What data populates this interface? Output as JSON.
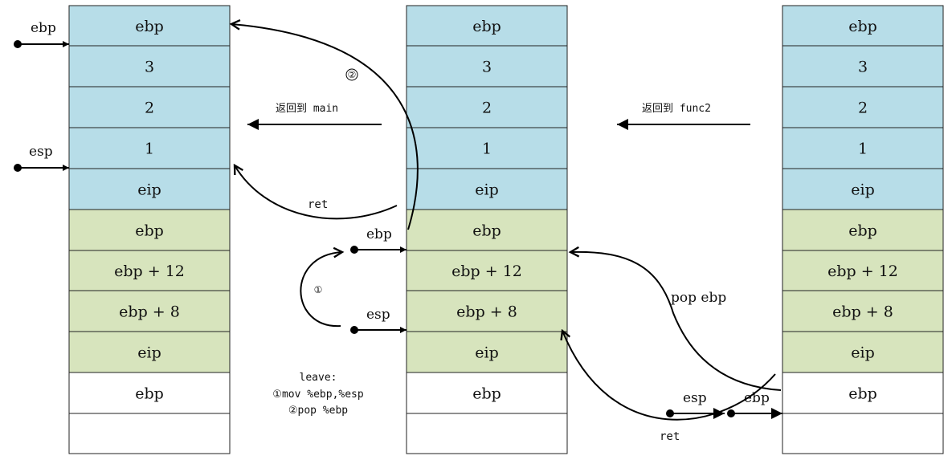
{
  "colors": {
    "upper_frame": "#b7dde8",
    "lower_frame": "#d7e4bd",
    "empty": "#ffffff"
  },
  "stacks": [
    {
      "cells": [
        {
          "label": "ebp",
          "color": "upper_frame"
        },
        {
          "label": "3",
          "color": "upper_frame"
        },
        {
          "label": "2",
          "color": "upper_frame"
        },
        {
          "label": "1",
          "color": "upper_frame"
        },
        {
          "label": "eip",
          "color": "upper_frame"
        },
        {
          "label": "ebp",
          "color": "lower_frame"
        },
        {
          "label": "ebp + 12",
          "color": "lower_frame"
        },
        {
          "label": "ebp + 8",
          "color": "lower_frame"
        },
        {
          "label": "eip",
          "color": "lower_frame"
        },
        {
          "label": "ebp",
          "color": "empty"
        },
        {
          "label": "",
          "color": "empty"
        }
      ]
    },
    {
      "cells": [
        {
          "label": "ebp",
          "color": "upper_frame"
        },
        {
          "label": "3",
          "color": "upper_frame"
        },
        {
          "label": "2",
          "color": "upper_frame"
        },
        {
          "label": "1",
          "color": "upper_frame"
        },
        {
          "label": "eip",
          "color": "upper_frame"
        },
        {
          "label": "ebp",
          "color": "lower_frame"
        },
        {
          "label": "ebp + 12",
          "color": "lower_frame"
        },
        {
          "label": "ebp + 8",
          "color": "lower_frame"
        },
        {
          "label": "eip",
          "color": "lower_frame"
        },
        {
          "label": "ebp",
          "color": "empty"
        },
        {
          "label": "",
          "color": "empty"
        }
      ]
    },
    {
      "cells": [
        {
          "label": "ebp",
          "color": "upper_frame"
        },
        {
          "label": "3",
          "color": "upper_frame"
        },
        {
          "label": "2",
          "color": "upper_frame"
        },
        {
          "label": "1",
          "color": "upper_frame"
        },
        {
          "label": "eip",
          "color": "upper_frame"
        },
        {
          "label": "ebp",
          "color": "lower_frame"
        },
        {
          "label": "ebp + 12",
          "color": "lower_frame"
        },
        {
          "label": "ebp + 8",
          "color": "lower_frame"
        },
        {
          "label": "eip",
          "color": "lower_frame"
        },
        {
          "label": "ebp",
          "color": "empty"
        },
        {
          "label": "",
          "color": "empty"
        }
      ]
    }
  ],
  "labels": {
    "left_ebp": "ebp",
    "left_esp": "esp",
    "mid_ebp": "ebp",
    "mid_esp": "esp",
    "right_esp": "esp",
    "right_ebp": "ebp",
    "circle_1": "①",
    "circle_2": "②",
    "return_main": "返回到 main",
    "return_func2": "返回到 func2",
    "ret_left": "ret",
    "ret_right": "ret",
    "pop_ebp": "pop ebp",
    "leave_title": "leave:",
    "leave_step1": "①mov %ebp,%esp",
    "leave_step2": "②pop %ebp"
  }
}
